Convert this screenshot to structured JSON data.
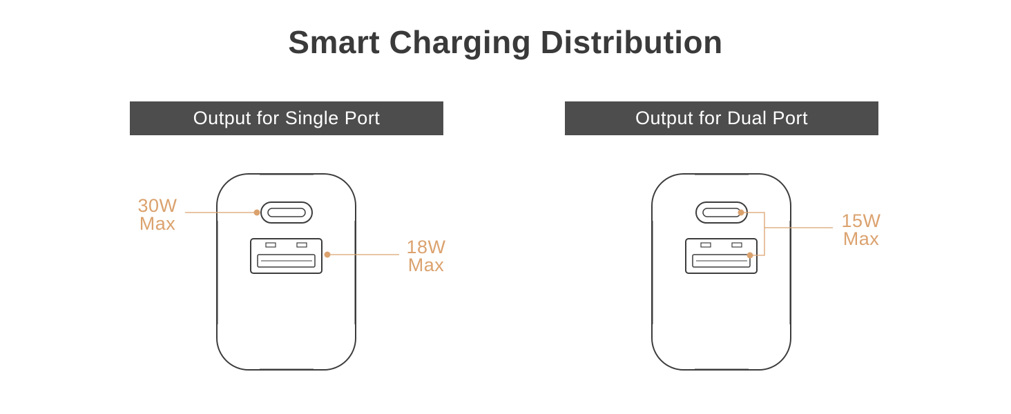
{
  "title": "Smart Charging Distribution",
  "single_port": {
    "header": "Output for Single Port",
    "usb_c": {
      "watts": "30W",
      "qualifier": "Max"
    },
    "usb_a": {
      "watts": "18W",
      "qualifier": "Max"
    }
  },
  "dual_port": {
    "header": "Output for Dual Port",
    "shared": {
      "watts": "15W",
      "qualifier": "Max"
    }
  },
  "colors": {
    "accent": "#dba26e",
    "header_bg": "#4d4d4d",
    "title": "#3a3a3a",
    "outline": "#3c3c3c"
  },
  "icons": [
    "charger-outline-icon",
    "usb-c-port-icon",
    "usb-a-port-icon",
    "callout-dot-icon"
  ]
}
